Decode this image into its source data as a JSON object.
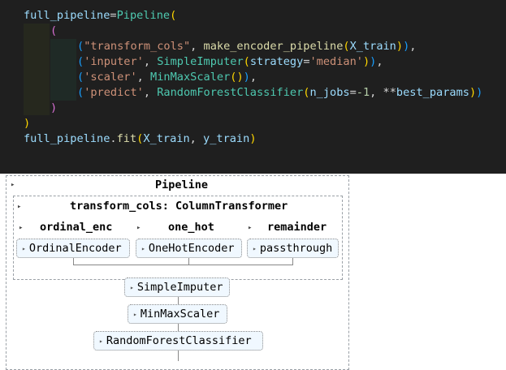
{
  "code": {
    "line1": {
      "var": "full_pipeline",
      "op": "=",
      "cls": "Pipeline",
      "paren": "("
    },
    "line2": {
      "paren": "("
    },
    "line3": {
      "paren": "(",
      "str": "\"transform_cols\"",
      "comma": ", ",
      "fn": "make_encoder_pipeline",
      "p2": "(",
      "arg": "X_train",
      "p2c": ")",
      "p1c": ")",
      "tail": ","
    },
    "line4": {
      "paren": "(",
      "str": "'inputer'",
      "comma": ", ",
      "cls": "SimpleImputer",
      "p2": "(",
      "kw": "strategy",
      "eq": "=",
      "val": "'median'",
      "p2c": ")",
      "p1c": ")",
      "tail": ","
    },
    "line5": {
      "paren": "(",
      "str": "'scaler'",
      "comma": ", ",
      "cls": "MinMaxScaler",
      "p2": "()",
      "p1c": ")",
      "tail": ","
    },
    "line6": {
      "paren": "(",
      "str": "'predict'",
      "comma": ", ",
      "cls": "RandomForestClassifier",
      "p2": "(",
      "kw": "n_jobs",
      "eq": "=",
      "num": "-1",
      "sep": ", ",
      "stars": "**",
      "arg": "best_params",
      "p2c": ")",
      "p1c": ")"
    },
    "line7": {
      "paren": ")"
    },
    "line8": {
      "paren": ")"
    },
    "line9": {
      "var": "full_pipeline",
      "dot": ".",
      "fn": "fit",
      "paren": "(",
      "a1": "X_train",
      "sep": ", ",
      "a2": "y_train",
      "pclose": ")"
    }
  },
  "diagram": {
    "pipeline_label": "Pipeline",
    "column_transformer_label": "transform_cols: ColumnTransformer",
    "branches": [
      {
        "label": "ordinal_enc",
        "estimator": "OrdinalEncoder"
      },
      {
        "label": "one_hot",
        "estimator": "OneHotEncoder"
      },
      {
        "label": "remainder",
        "estimator": "passthrough"
      }
    ],
    "steps": [
      "SimpleImputer",
      "MinMaxScaler",
      "RandomForestClassifier"
    ],
    "toggle_glyph": "▸"
  }
}
